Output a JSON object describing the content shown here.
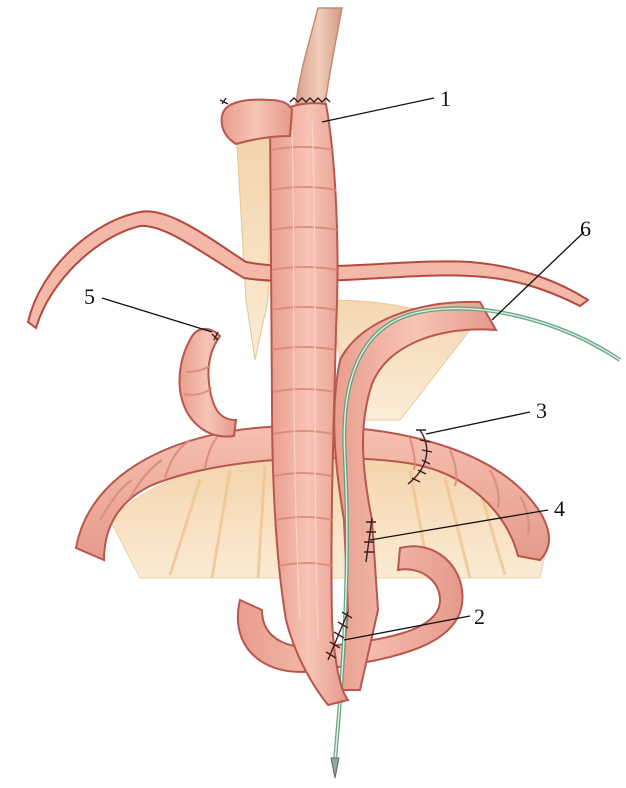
{
  "figure": {
    "colors": {
      "background": "#ffffff",
      "bowel_fill": "#f2b3a4",
      "bowel_edge": "#b8574c",
      "bowel_ring": "#d98878",
      "esophagus": "#e6b9a4",
      "mesentery": "#f6dcb8",
      "peritoneum": "#b24a3e",
      "catheter": "#5a9e7a",
      "label_ink": "#111111"
    },
    "callouts": [
      {
        "id": "1",
        "label": "1"
      },
      {
        "id": "2",
        "label": "2"
      },
      {
        "id": "3",
        "label": "3"
      },
      {
        "id": "4",
        "label": "4"
      },
      {
        "id": "5",
        "label": "5"
      },
      {
        "id": "6",
        "label": "6"
      }
    ]
  }
}
